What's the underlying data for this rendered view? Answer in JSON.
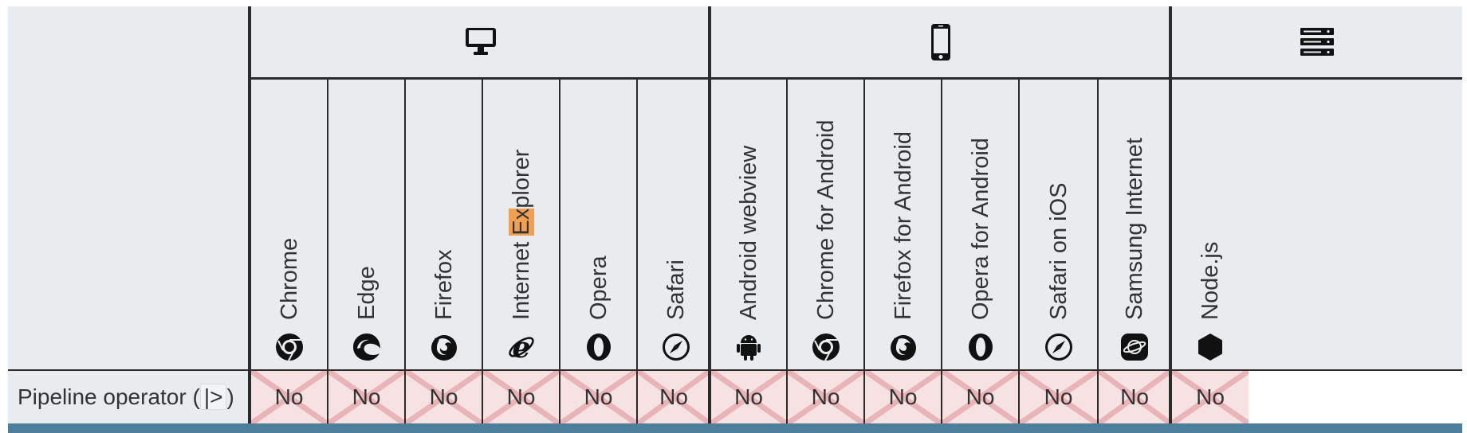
{
  "platforms": [
    {
      "name": "desktop",
      "icon": "desktop-icon"
    },
    {
      "name": "mobile",
      "icon": "mobile-icon"
    },
    {
      "name": "server",
      "icon": "server-icon"
    }
  ],
  "browsers": [
    {
      "name": "Chrome",
      "icon": "chrome-icon"
    },
    {
      "name": "Edge",
      "icon": "edge-icon"
    },
    {
      "name": "Firefox",
      "icon": "firefox-icon"
    },
    {
      "name": "Internet Explorer",
      "icon": "internet-explorer-icon",
      "highlight": "Ex"
    },
    {
      "name": "Opera",
      "icon": "opera-icon"
    },
    {
      "name": "Safari",
      "icon": "safari-icon"
    },
    {
      "name": "Android webview",
      "icon": "android-icon"
    },
    {
      "name": "Chrome for Android",
      "icon": "chrome-icon"
    },
    {
      "name": "Firefox for Android",
      "icon": "firefox-icon"
    },
    {
      "name": "Opera for Android",
      "icon": "opera-icon"
    },
    {
      "name": "Safari on iOS",
      "icon": "safari-icon"
    },
    {
      "name": "Samsung Internet",
      "icon": "samsung-internet-icon"
    },
    {
      "name": "Node.js",
      "icon": "nodejs-icon"
    }
  ],
  "feature": {
    "label_prefix": "Pipeline operator (",
    "operator": "|>",
    "label_suffix": ")",
    "experimental_icon": "flask-icon"
  },
  "support": [
    "No",
    "No",
    "No",
    "No",
    "No",
    "No",
    "No",
    "No",
    "No",
    "No",
    "No",
    "No",
    "No"
  ],
  "colors": {
    "header_bg": "#e9ecef",
    "no_support_bg": "#f6e1e3",
    "no_support_cross": "#e8b4b8",
    "highlight": "#f0a050",
    "bottom_bar": "#4d7f9a"
  }
}
